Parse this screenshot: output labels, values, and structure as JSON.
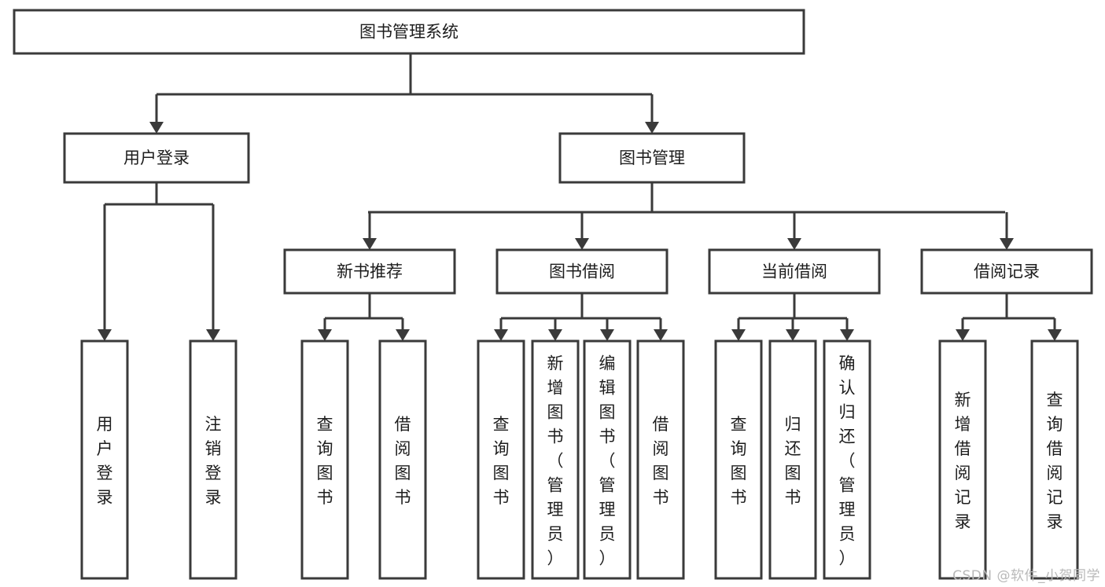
{
  "diagram": {
    "title": "图书管理系统",
    "watermark": "CSDN @软件_小贺同学",
    "colors": {
      "box_stroke": "#3a3a3a",
      "box_fill": "#ffffff",
      "text": "#1d1d1d",
      "watermark": "#b9b9b9"
    },
    "root": {
      "label": "图书管理系统"
    },
    "level2": [
      {
        "label": "用户登录"
      },
      {
        "label": "图书管理"
      }
    ],
    "level3": [
      {
        "label": "新书推荐"
      },
      {
        "label": "图书借阅"
      },
      {
        "label": "当前借阅"
      },
      {
        "label": "借阅记录"
      }
    ],
    "leaves": {
      "user_login": [
        {
          "label": "用户登录"
        },
        {
          "label": "注销登录"
        }
      ],
      "new_book_recommend": [
        {
          "label": "查询图书"
        },
        {
          "label": "借阅图书"
        }
      ],
      "book_borrow": [
        {
          "label": "查询图书"
        },
        {
          "label": "新增图书（管理员）"
        },
        {
          "label": "编辑图书（管理员）"
        },
        {
          "label": "借阅图书"
        }
      ],
      "current_borrow": [
        {
          "label": "查询图书"
        },
        {
          "label": "归还图书"
        },
        {
          "label": "确认归还（管理员）"
        }
      ],
      "borrow_record": [
        {
          "label": "新增借阅记录"
        },
        {
          "label": "查询借阅记录"
        }
      ]
    }
  }
}
